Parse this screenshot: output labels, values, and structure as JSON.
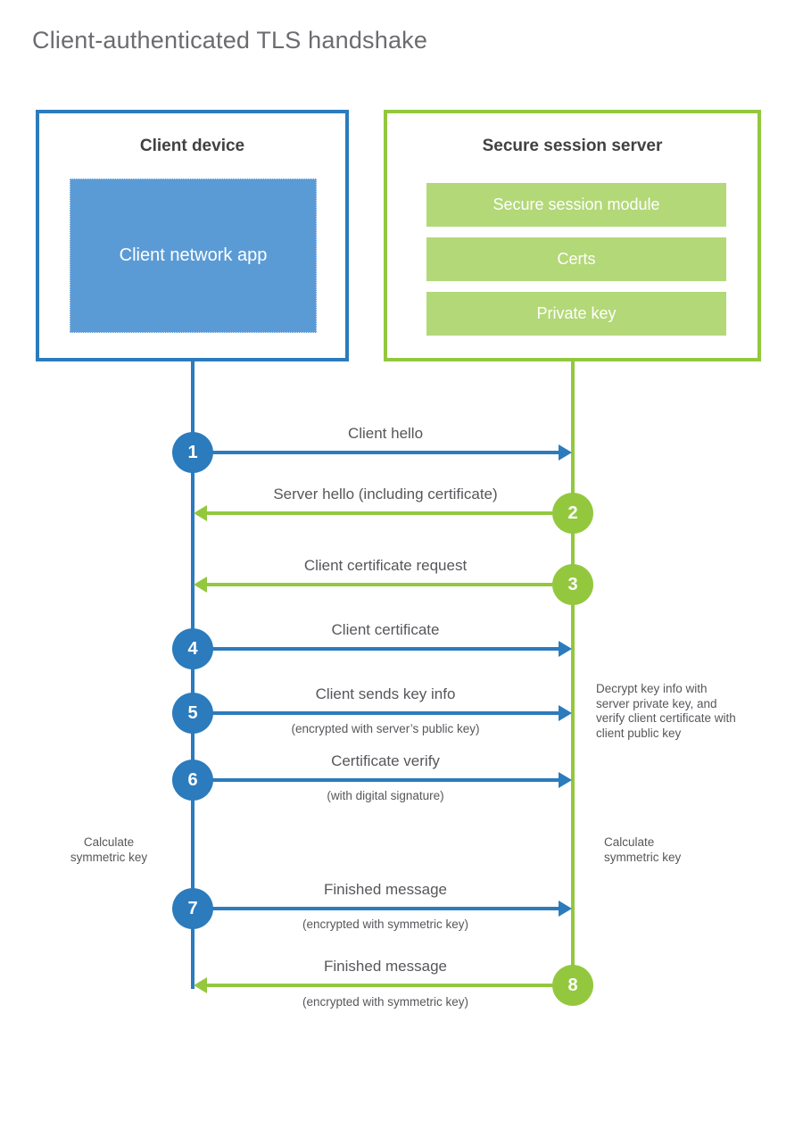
{
  "title": "Client-authenticated TLS handshake",
  "colors": {
    "blue": "#2B7BBD",
    "light_blue": "#5B9BD5",
    "green": "#93C83E",
    "light_green": "#B3D878",
    "heading_text": "#404142",
    "label_text": "#56575B",
    "title_text": "#6B6C6F"
  },
  "client": {
    "title": "Client device",
    "app_label": "Client network app"
  },
  "server": {
    "title": "Secure session server",
    "modules": [
      "Secure session module",
      "Certs",
      "Private key"
    ]
  },
  "steps": [
    {
      "number": "1",
      "label": "Client hello",
      "sublabel": "",
      "actor": "client",
      "direction": "right",
      "color": "blue"
    },
    {
      "number": "2",
      "label": "Server hello (including certificate)",
      "sublabel": "",
      "actor": "server",
      "direction": "left",
      "color": "green"
    },
    {
      "number": "3",
      "label": "Client certificate request",
      "sublabel": "",
      "actor": "server",
      "direction": "left",
      "color": "green"
    },
    {
      "number": "4",
      "label": "Client certificate",
      "sublabel": "",
      "actor": "client",
      "direction": "right",
      "color": "blue"
    },
    {
      "number": "5",
      "label": "Client sends key info",
      "sublabel": "(encrypted with server’s public key)",
      "actor": "client",
      "direction": "right",
      "color": "blue"
    },
    {
      "number": "6",
      "label": "Certificate verify",
      "sublabel": "(with digital signature)",
      "actor": "client",
      "direction": "right",
      "color": "blue"
    },
    {
      "number": "7",
      "label": "Finished message",
      "sublabel": "(encrypted with symmetric key)",
      "actor": "client",
      "direction": "right",
      "color": "blue"
    },
    {
      "number": "8",
      "label": "Finished message",
      "sublabel": "(encrypted with symmetric key)",
      "actor": "server",
      "direction": "left",
      "color": "green"
    }
  ],
  "annotations": {
    "server_note": "Decrypt key info with server private key, and verify client certificate with client public key",
    "client_calc": "Calculate symmetric key",
    "server_calc": "Calculate symmetric key"
  }
}
